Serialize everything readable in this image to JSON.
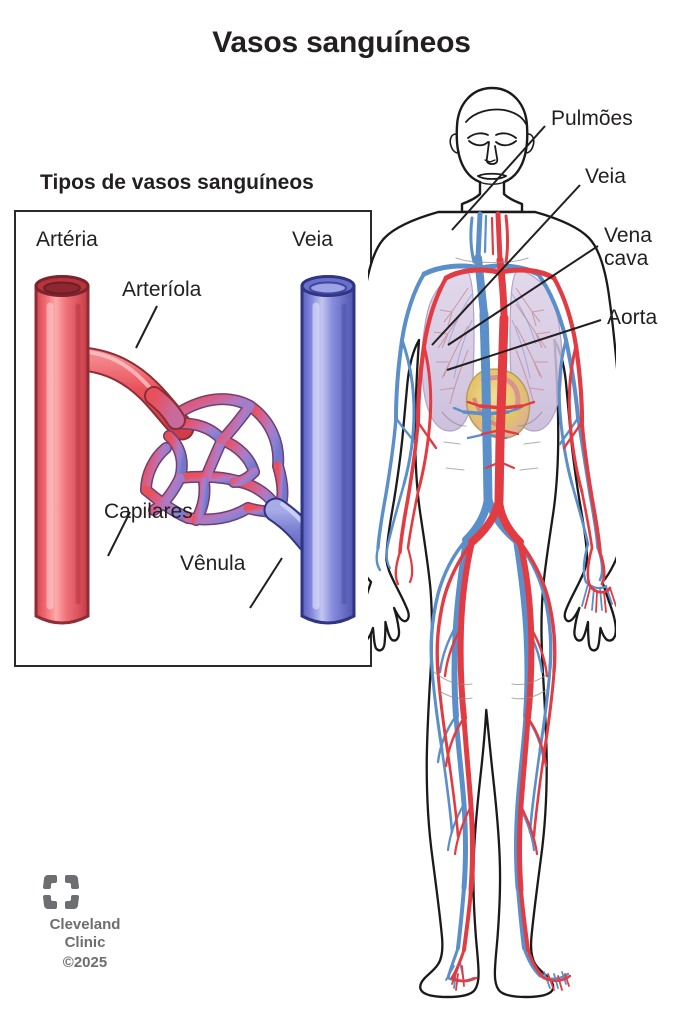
{
  "page": {
    "title": "Vasos sanguíneos",
    "language": "pt-BR",
    "background_color": "#ffffff"
  },
  "inset": {
    "heading": "Tipos de vasos sanguíneos",
    "border_color": "#2b2b2b",
    "labels": {
      "artery": "Artéria",
      "vein": "Veia",
      "arteriole": "Arteríola",
      "capillaries": "Capilares",
      "venule": "Vênula"
    },
    "colors": {
      "artery": "#e8505b",
      "artery_dark": "#a32833",
      "vein": "#7b7fd4",
      "vein_dark": "#3a3f9e",
      "capillary_mid": "#b07ac4"
    }
  },
  "figure": {
    "name": "human-circulatory-system",
    "organs": {
      "lungs": "Pulmões",
      "heart_color": "#e8c96a",
      "lung_color": "#cdc0dd"
    },
    "vessel_colors": {
      "artery": "#e23b42",
      "vein": "#5b8fc9",
      "outline": "#1a1a1a"
    }
  },
  "callouts": [
    {
      "id": "pulmoes",
      "label": "Pulmões"
    },
    {
      "id": "veia",
      "label": "Veia"
    },
    {
      "id": "vena-cava",
      "label_line1": "Vena",
      "label_line2": "cava"
    },
    {
      "id": "aorta",
      "label": "Aorta"
    }
  ],
  "footer": {
    "brand_line1": "Cleveland",
    "brand_line2": "Clinic",
    "copyright": "©2025",
    "logo_color": "#6d6e71"
  }
}
